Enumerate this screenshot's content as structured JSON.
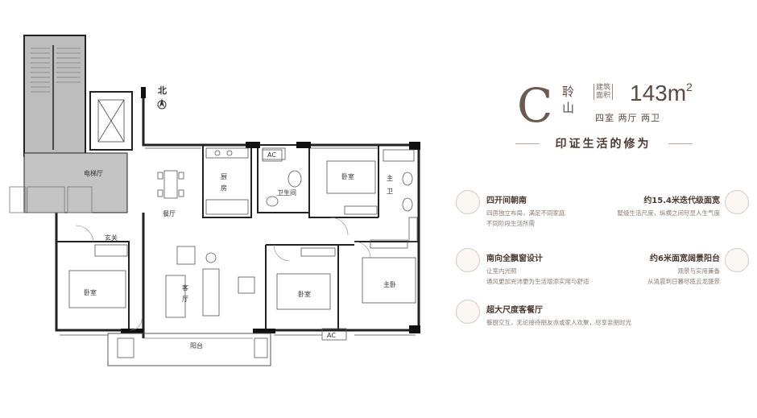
{
  "plan": {
    "north": "北",
    "rooms": {
      "elevator_hall": "电梯厅",
      "dining": "餐厅",
      "kitchen": "厨房",
      "bathroom": "卫生间",
      "bedroom_top": "卧室",
      "master_bath": "主卫",
      "entrance": "玄关",
      "living": "客厅",
      "bedroom_left": "卧室",
      "bedroom_mid": "卧室",
      "master_bed": "主卧",
      "balcony": "阳台"
    },
    "ac_labels": [
      "AC",
      "AC"
    ]
  },
  "info": {
    "type_letter": "C",
    "name_chars": [
      "聆",
      "山"
    ],
    "area_tag": [
      "建筑",
      "面积"
    ],
    "area_value": "143m",
    "area_unit_sup": "2",
    "rooms": "四室 两厅 两卫",
    "slogan": "印证生活的修为",
    "features": [
      {
        "title": "四开间朝南",
        "desc": [
          "四房独立布局，满足不同家庭",
          "不同阶段生活所需"
        ],
        "icon": "house-icon"
      },
      {
        "title": "约15.4米迭代级面宽",
        "desc": [
          "墅级生活尺度，纵横之间尽显人生气度"
        ],
        "icon": "width-icon"
      },
      {
        "title": "南向全飘窗设计",
        "desc": [
          "让室内光照",
          "通风更加充沛更为生活增添实用与舒适"
        ],
        "icon": "sun-icon"
      },
      {
        "title": "约6米面宽阔景阳台",
        "desc": [
          "观景与实用兼备",
          "从清晨到日暮尽揽云龙盛景"
        ],
        "icon": "six-m-icon"
      },
      {
        "title": "超大尺度客餐厅",
        "desc": [
          "餐厨交互，无论接待朋友亦或家人欢聚，尽享亲朋时光"
        ],
        "icon": "dining-icon"
      }
    ]
  }
}
